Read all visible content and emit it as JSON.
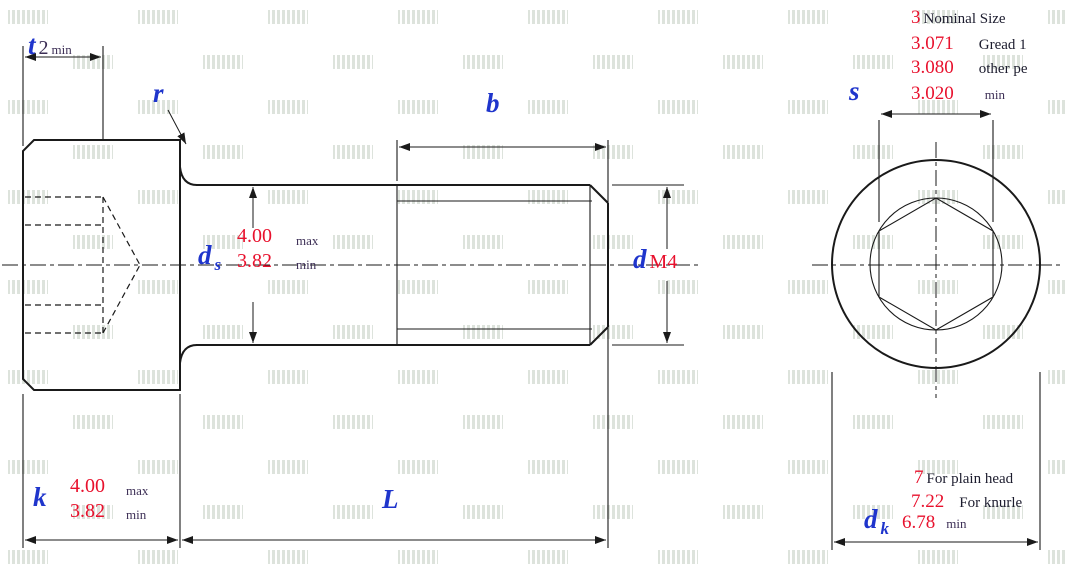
{
  "colors": {
    "symbol_blue": "#1f35cc",
    "value_red": "#e8112d",
    "qualifier_dark": "#3c2e55",
    "text_black": "#1c1c2e",
    "line_black": "#1a1a1a",
    "watermark_green": "#d8dfd6"
  },
  "dims": {
    "t": {
      "symbol": "t",
      "value": "2",
      "qualifier": "min"
    },
    "r": {
      "symbol": "r"
    },
    "b": {
      "symbol": "b"
    },
    "ds": {
      "symbol": "d",
      "subscript": "s",
      "max_value": "4.00",
      "min_value": "3.82",
      "max_label": "max",
      "min_label": "min"
    },
    "d": {
      "symbol": "d",
      "value": "M4"
    },
    "k": {
      "symbol": "k",
      "max_value": "4.00",
      "min_value": "3.82",
      "max_label": "max",
      "min_label": "min"
    },
    "L": {
      "symbol": "L"
    },
    "s": {
      "symbol": "s",
      "rows": [
        {
          "value": "3",
          "label": "Nominal Size"
        },
        {
          "value": "3.071",
          "label": "Gread 1"
        },
        {
          "value": "3.080",
          "label": "other pe"
        },
        {
          "value": "3.020",
          "label": "min"
        }
      ]
    },
    "dk": {
      "symbol": "d",
      "subscript": "k",
      "rows": [
        {
          "value": "7",
          "label": "For plain head"
        },
        {
          "value": "7.22",
          "label": "For knurle"
        },
        {
          "value": "6.78",
          "label": "min"
        }
      ]
    }
  }
}
